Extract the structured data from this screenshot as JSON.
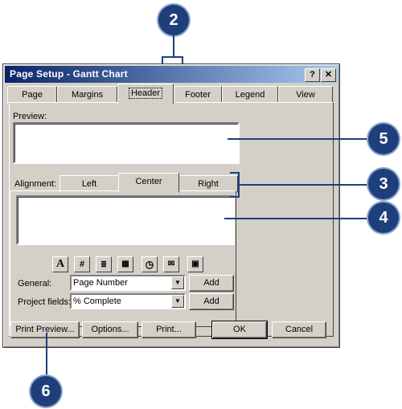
{
  "dialog": {
    "title": "Page Setup - Gantt Chart",
    "help_label": "?",
    "close_label": "✕",
    "tabs": [
      {
        "label": "Page"
      },
      {
        "label": "Margins"
      },
      {
        "label": "Header",
        "active": true
      },
      {
        "label": "Footer"
      },
      {
        "label": "Legend"
      },
      {
        "label": "View"
      }
    ],
    "preview_label": "Preview:",
    "alignment_label": "Alignment:",
    "alignment_tabs": [
      {
        "label": "Left"
      },
      {
        "label": "Center",
        "active": true
      },
      {
        "label": "Right"
      }
    ],
    "toolbar_icons": [
      "font-icon",
      "page-number-icon",
      "total-pages-icon",
      "date-icon",
      "time-icon",
      "file-name-icon",
      "picture-icon"
    ],
    "general": {
      "label": "General:",
      "value": "Page Number",
      "add_label": "Add"
    },
    "project_fields": {
      "label": "Project fields:",
      "value": "% Complete",
      "add_label": "Add"
    },
    "buttons": {
      "print_preview": "Print Preview...",
      "options": "Options...",
      "print": "Print...",
      "ok": "OK",
      "cancel": "Cancel"
    }
  },
  "callouts": {
    "c2": "2",
    "c3": "3",
    "c4": "4",
    "c5": "5",
    "c6": "6"
  },
  "colors": {
    "callout": "#1f3f7a",
    "dialog_face": "#d4d0c8",
    "title_start": "#0a246a"
  }
}
